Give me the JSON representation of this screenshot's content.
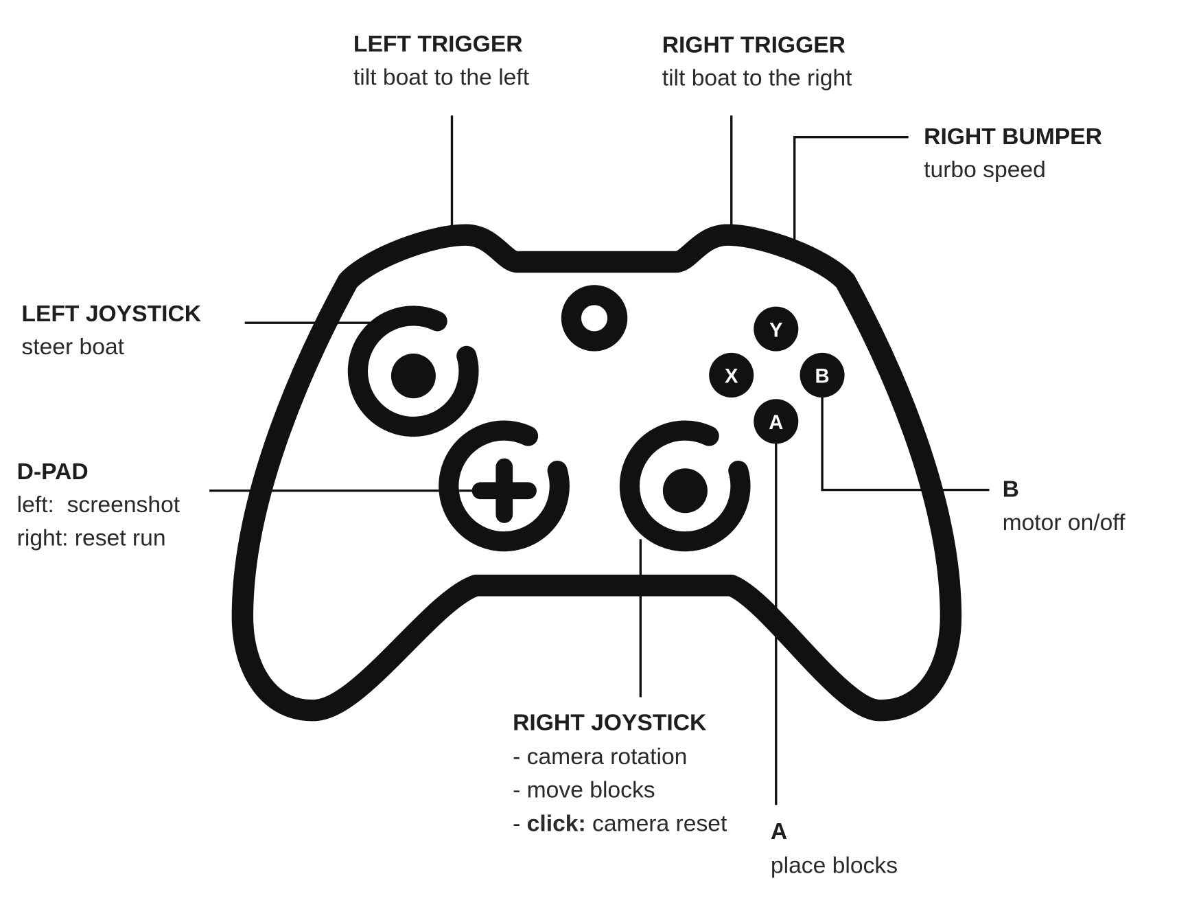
{
  "labels": {
    "left_trigger": {
      "title": "LEFT TRIGGER",
      "desc": "tilt boat to the left"
    },
    "right_trigger": {
      "title": "RIGHT TRIGGER",
      "desc": "tilt boat to the right"
    },
    "right_bumper": {
      "title": "RIGHT BUMPER",
      "desc": "turbo speed"
    },
    "left_joystick": {
      "title": "LEFT JOYSTICK",
      "desc": "steer boat"
    },
    "dpad": {
      "title": "D-PAD",
      "lines": [
        "left:  screenshot",
        "right: reset run"
      ]
    },
    "right_joystick": {
      "title": "RIGHT JOYSTICK",
      "lines": [
        "- camera rotation",
        "- move blocks"
      ],
      "click_prefix": "- ",
      "click_bold": "click:",
      "click_rest": " camera reset"
    },
    "a_button": {
      "title": "A",
      "desc": "place blocks"
    },
    "b_button": {
      "title": "B",
      "desc": "motor on/off"
    }
  },
  "face_buttons": {
    "y": "Y",
    "x": "X",
    "b": "B",
    "a": "A"
  },
  "colors": {
    "ink": "#111111",
    "background": "#ffffff"
  }
}
